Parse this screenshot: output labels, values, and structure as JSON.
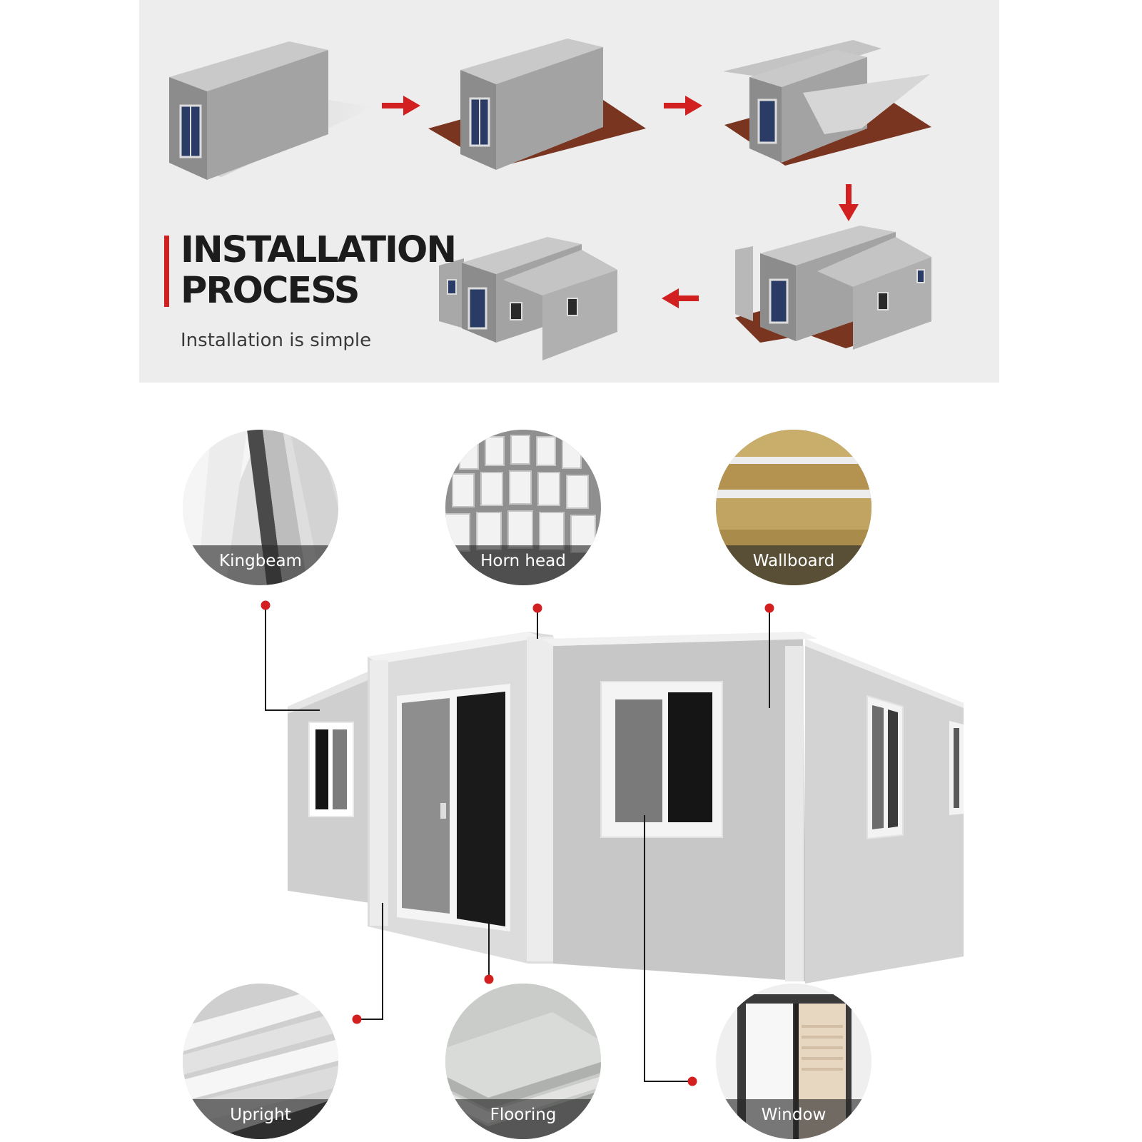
{
  "installation": {
    "title_line1": "INSTALLATION",
    "title_line2": "PROCESS",
    "subtitle": "Installation is simple",
    "accent_color": "#d21f1f"
  },
  "components": {
    "kingbeam": "Kingbeam",
    "horn_head": "Horn head",
    "wallboard": "Wallboard",
    "upright": "Upright",
    "flooring": "Flooring",
    "window": "Window"
  }
}
